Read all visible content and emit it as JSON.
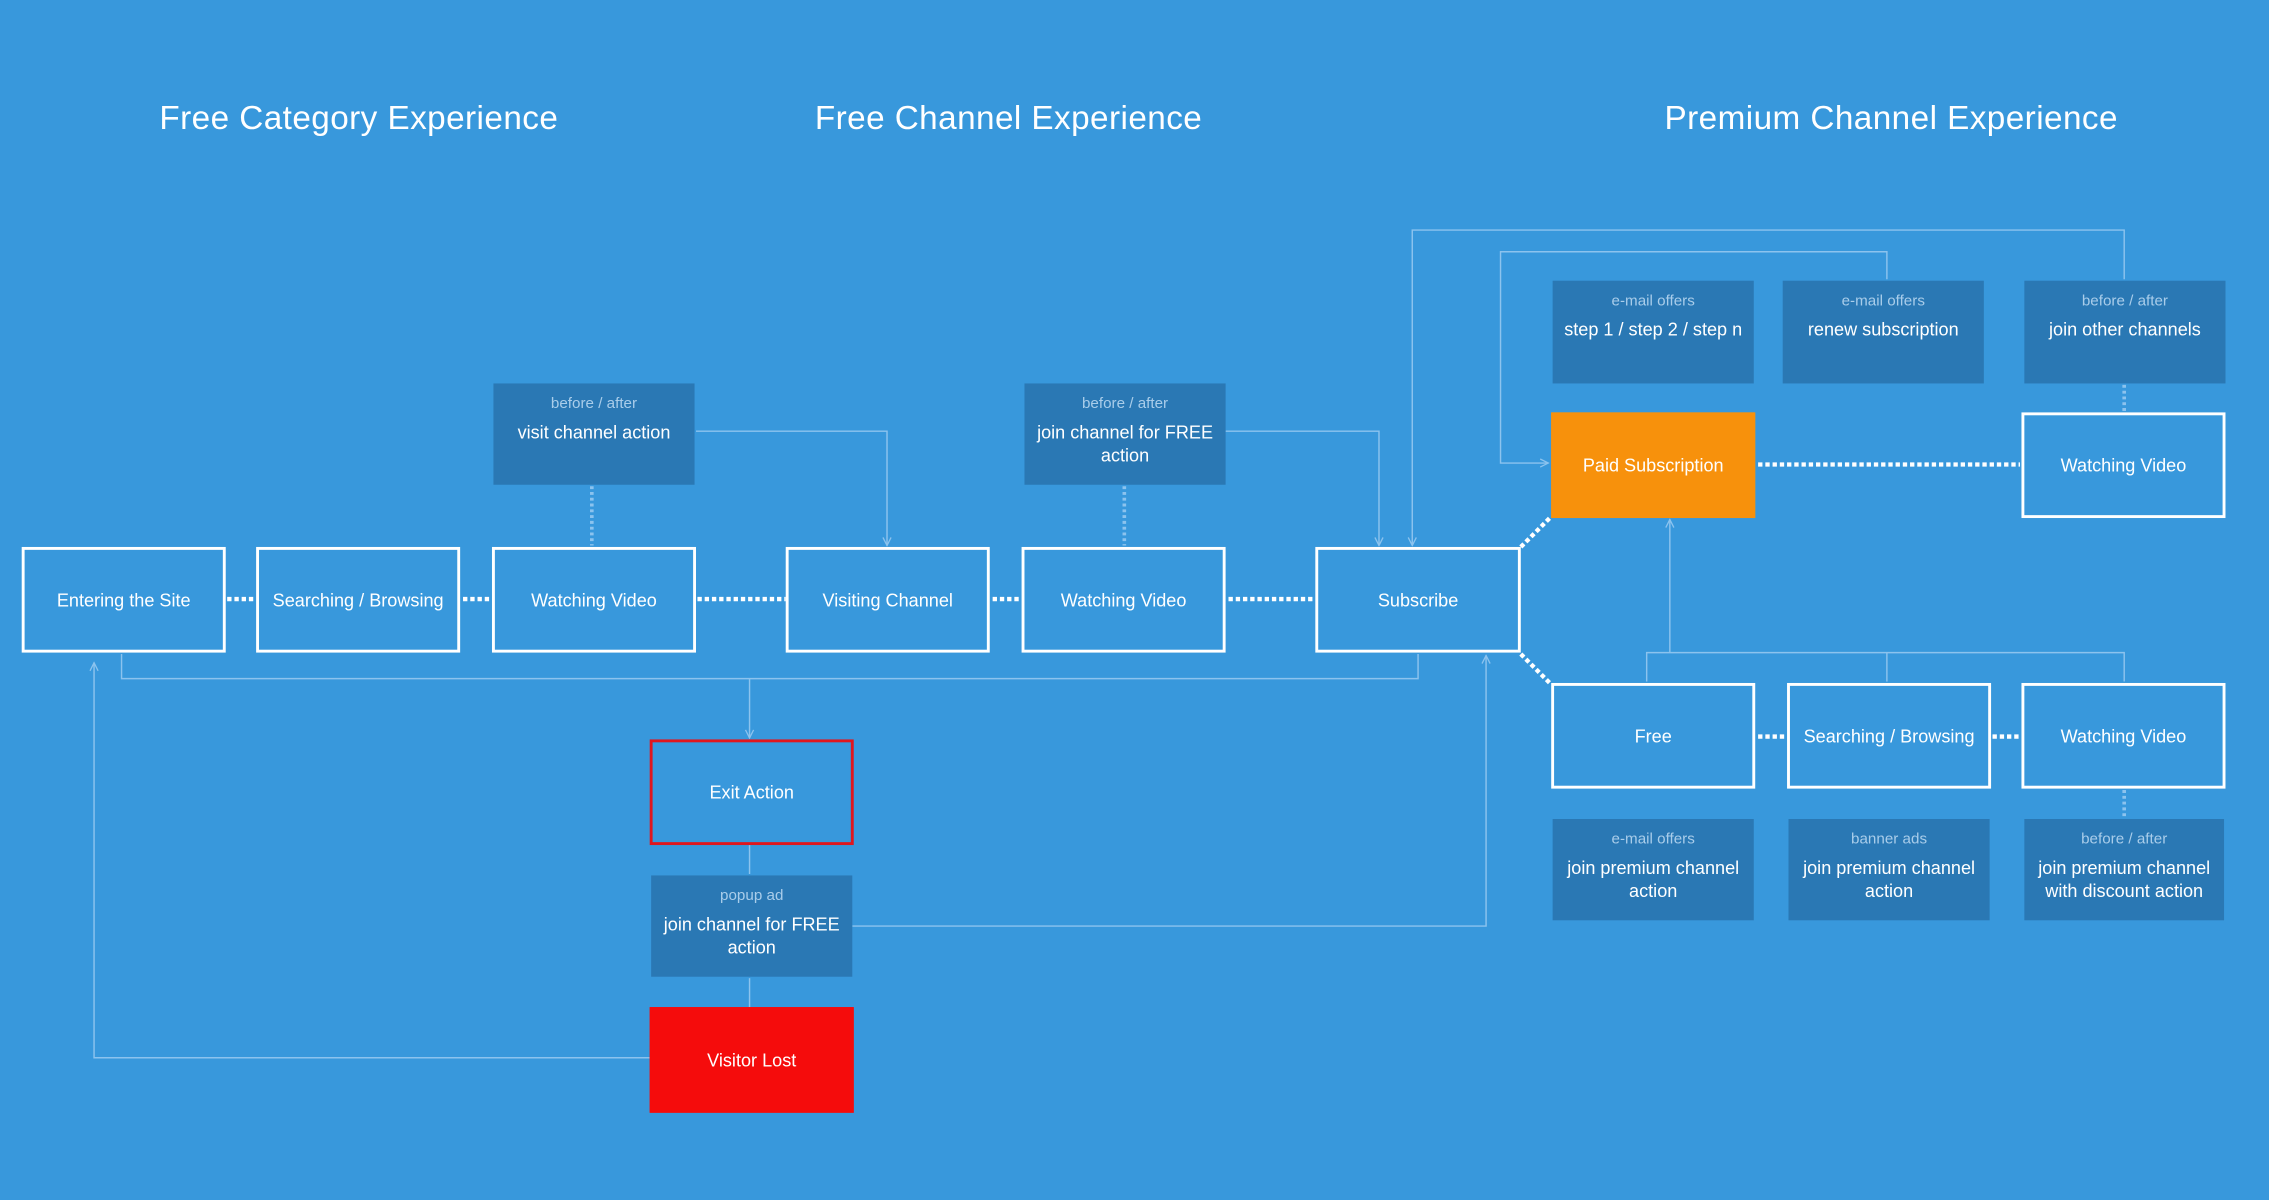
{
  "headings": {
    "free_category": "Free Category Experience",
    "free_channel": "Free Channel Experience",
    "premium_channel": "Premium Channel Experience"
  },
  "nodes": {
    "entering_site": "Entering the Site",
    "searching_browsing_1": "Searching / Browsing",
    "watching_video_1": "Watching Video",
    "visiting_channel": "Visiting Channel",
    "watching_video_2": "Watching Video",
    "subscribe": "Subscribe",
    "paid_subscription": "Paid Subscription",
    "watching_video_premium": "Watching Video",
    "free": "Free",
    "searching_browsing_2": "Searching / Browsing",
    "watching_video_3": "Watching Video",
    "exit_action": "Exit Action",
    "visitor_lost": "Visitor Lost"
  },
  "actions": {
    "visit_channel": {
      "caption": "before / after",
      "text": "visit channel action"
    },
    "join_free_1": {
      "caption": "before / after",
      "text": "join channel for FREE action"
    },
    "email_steps": {
      "caption": "e-mail offers",
      "text": "step 1 / step 2 / step n"
    },
    "email_renew": {
      "caption": "e-mail offers",
      "text": "renew subscription"
    },
    "join_other": {
      "caption": "before / after",
      "text": "join other channels"
    },
    "email_premium": {
      "caption": "e-mail offers",
      "text": "join premium channel action"
    },
    "banner_premium": {
      "caption": "banner ads",
      "text": "join premium channel action"
    },
    "discount_premium": {
      "caption": "before / after",
      "text": "join premium channel with discount action"
    },
    "popup_join": {
      "caption": "popup ad",
      "text": "join channel for FREE action"
    }
  },
  "colors": {
    "background": "#3898dc",
    "action_box": "#2a78b4",
    "paid": "#f7910c",
    "lost": "#f50c0c",
    "exit_border": "#e0161e"
  }
}
